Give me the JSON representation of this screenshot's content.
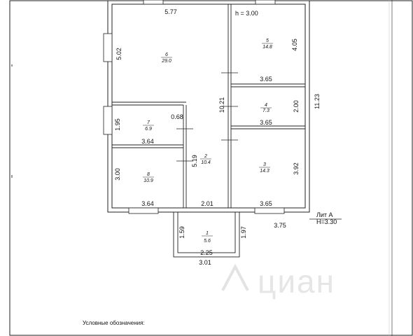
{
  "plan": {
    "height_note": "h = 3.00",
    "lit_label": "Лит А",
    "lit_height": "Н=3.30",
    "legend_title": "Условные обозначения:",
    "watermark": "циан",
    "rooms": [
      {
        "number": "6",
        "area": "29.0"
      },
      {
        "number": "5",
        "area": "14.8"
      },
      {
        "number": "4",
        "area": "7.3"
      },
      {
        "number": "7",
        "area": "6.9"
      },
      {
        "number": "2",
        "area": "10.4"
      },
      {
        "number": "3",
        "area": "14.3"
      },
      {
        "number": "8",
        "area": "10.9"
      },
      {
        "number": "1",
        "area": "5.6"
      }
    ],
    "dims": {
      "top_width": "5.77",
      "left_room6": "5.02",
      "room5_height": "4.05",
      "room5_width": "3.65",
      "total_height": "11.23",
      "corridor_height": "10.21",
      "room4_height": "2.00",
      "room4_width": "3.65",
      "room7_gap": "0.68",
      "room7_height": "1.95",
      "room7_width": "3.64",
      "room2_height": "5.19",
      "room3_height": "3.92",
      "room8_height": "3.00",
      "room8_width": "3.64",
      "corridor_width": "2.01",
      "room3_width": "3.65",
      "right_offset": "3.75",
      "porch_left": "1.59",
      "porch_right": "1.97",
      "porch_inner": "2.25",
      "porch_outer": "3.01"
    }
  }
}
